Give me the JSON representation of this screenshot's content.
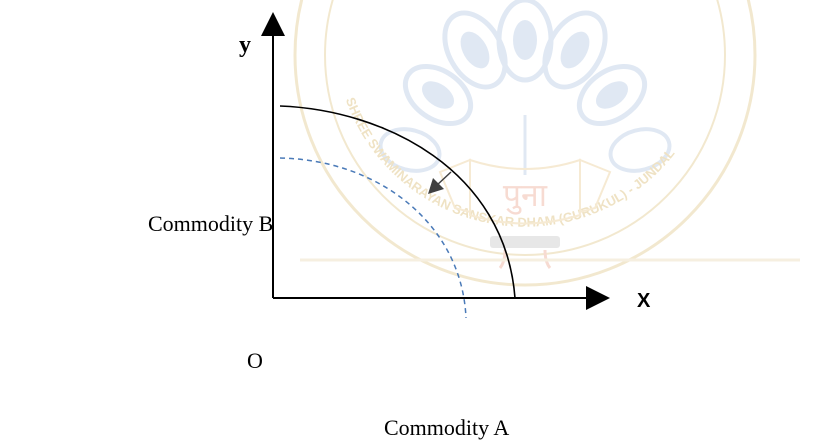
{
  "labels": {
    "y_axis": "y",
    "x_axis": "X",
    "origin": "O",
    "commodity_a": "Commodity A",
    "commodity_b": "Commodity B"
  },
  "watermark": {
    "script_text": "पुना",
    "seal_text": "SHREE SWAMINARAYAN SANSKAR DHAM (GURUKUL) - JUNDAL"
  },
  "colors": {
    "axes": "#000000",
    "original_curve": "#000000",
    "shifted_curve": "#4a7ab8",
    "shift_arrow": "#404040",
    "watermark_gold": "#e9d7a8",
    "watermark_blue": "#c7d6ea",
    "watermark_peach": "#f4d4c6"
  },
  "curves": {
    "original": "production-possibility-frontier",
    "shifted": "shifted-inward-frontier",
    "style_shifted": "dashed"
  },
  "icons": {
    "arrow": "arrow-icon",
    "watermark": "peacock-seal-logo"
  }
}
